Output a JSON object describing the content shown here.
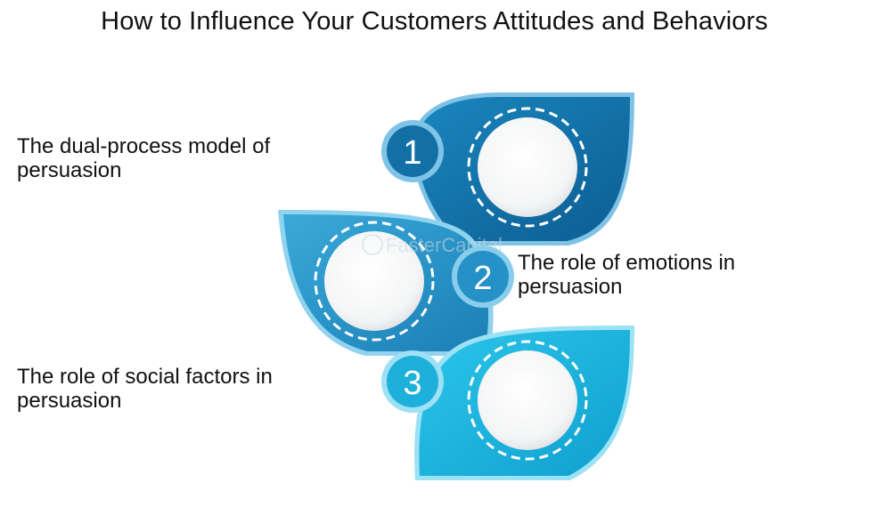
{
  "title": "How to Influence Your Customers Attitudes and Behaviors",
  "watermark": "FasterCapital",
  "steps": [
    {
      "number": "1",
      "label_line1": "The dual-process model of",
      "label_line2": "persuasion",
      "color": "#1273a8"
    },
    {
      "number": "2",
      "label_line1": "The role of emotions in",
      "label_line2": "persuasion",
      "color": "#2592c6"
    },
    {
      "number": "3",
      "label_line1": "The role of social factors in",
      "label_line2": "persuasion",
      "color": "#1cb3dc"
    }
  ]
}
